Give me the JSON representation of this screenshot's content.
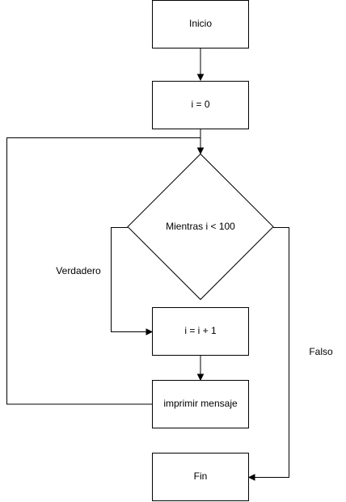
{
  "nodes": {
    "inicio": "Inicio",
    "init": "i = 0",
    "condition": "Mientras i < 100",
    "increment": "i = i + 1",
    "print": "imprimir mensaje",
    "fin": "Fin"
  },
  "edge_labels": {
    "true_branch": "Verdadero",
    "false_branch": "Falso"
  },
  "colors": {
    "stroke": "#000000",
    "fill": "#ffffff"
  }
}
